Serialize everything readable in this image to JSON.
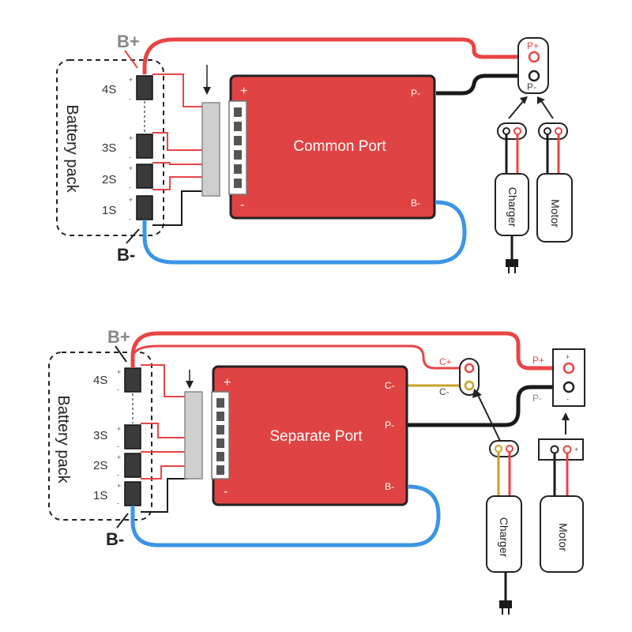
{
  "colors": {
    "board": "#e04343",
    "positive_wire": "#e84545",
    "negative_wire": "#1a1a1a",
    "bminus_wire": "#3b95e6",
    "charge_wire": "#c9a227",
    "gray_label": "#888888"
  },
  "diagrams": [
    {
      "board_title": "Common Port",
      "pack_label": "Battery pack",
      "b_plus": "B+",
      "b_minus": "B-",
      "cells": [
        "4S",
        "3S",
        "2S",
        "1S"
      ],
      "board_plus": "+",
      "board_minus": "-",
      "board_pins": [
        "P-",
        "B-"
      ],
      "port_labels": [
        "P+",
        "P-"
      ],
      "devices": [
        "Charger",
        "Motor"
      ]
    },
    {
      "board_title": "Separate Port",
      "pack_label": "Battery pack",
      "b_plus": "B+",
      "b_minus": "B-",
      "cells": [
        "4S",
        "3S",
        "2S",
        "1S"
      ],
      "board_plus": "+",
      "board_minus": "-",
      "board_pins": [
        "C-",
        "P-",
        "B-"
      ],
      "charge_port_labels": [
        "C+",
        "C-"
      ],
      "port_labels": [
        "P+",
        "P-"
      ],
      "devices": [
        "Charger",
        "Motor"
      ]
    }
  ],
  "polarity": {
    "plus": "+",
    "minus": "-"
  }
}
